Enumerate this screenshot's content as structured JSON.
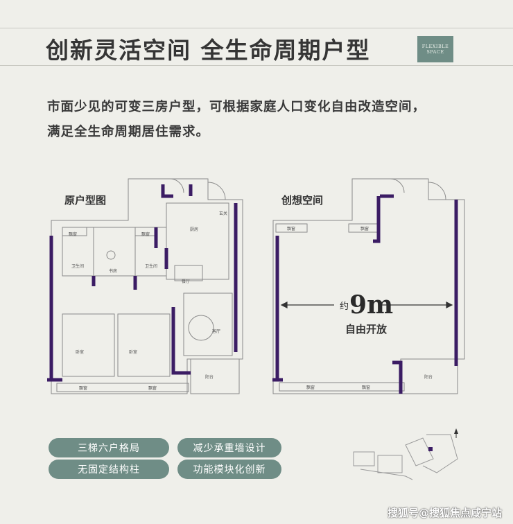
{
  "header": {
    "title": "创新灵活空间  全生命周期户型",
    "badge_line1": "FLEXIBLE",
    "badge_line2": "SPACE"
  },
  "description": {
    "line1": "市面少见的可变三房户型，可根据家庭人口变化自由改造空间，",
    "line2": "满足全生命周期居住需求。"
  },
  "plans": {
    "original": {
      "label": "原户型图",
      "rooms": [
        "厨房",
        "卫生间",
        "卫生间",
        "书房",
        "玄关",
        "餐厅",
        "客厅",
        "卧室",
        "卧室",
        "阳台",
        "飘窗",
        "飘窗",
        "飘窗",
        "飘窗"
      ]
    },
    "concept": {
      "label": "创想空间",
      "prefix": "约",
      "span": "9m",
      "caption": "自由开放",
      "rooms": [
        "飘窗",
        "飘窗",
        "飘窗",
        "飘窗",
        "阳台"
      ]
    }
  },
  "features": [
    "三梯六户格局",
    "减少承重墙设计",
    "无固定结构柱",
    "功能模块化创新"
  ],
  "watermark": "搜狐号@搜狐焦点咸宁站",
  "colors": {
    "background": "#efefea",
    "wall": "#3b1c64",
    "pill": "#6f8d86",
    "line": "#8a8a8a"
  }
}
